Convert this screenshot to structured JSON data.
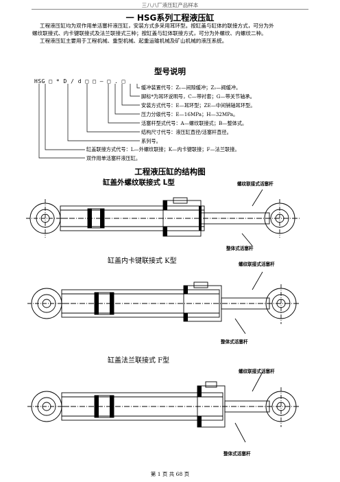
{
  "header": "三八八厂液压缸产品样本",
  "title": "一 HSG系列工程液压缸",
  "intro": {
    "line1": "工程液压缸均为双作用单活塞杆液压缸，安装方式多采用耳环型。按缸盖与缸体的联接方式，可分为外",
    "line2": "螺纹联接式、内卡键联接式及法兰联接式三种；按缸盖与缸体联接方式，可分为外螺纹、内螺纹二种。",
    "line3": "工程液压缸主要用于工程机械、重型机械、起重运输机械及矿山机械的液压系统。"
  },
  "model_section": {
    "heading": "型号说明",
    "code": "HSG □ *  D / d   □ □ — □ . □",
    "legend": [
      "缓冲装置代号：Z₁—间隙缓冲；Z₂—阀缓冲。",
      "脚标*为耳环说明号，C—带衬套；G—带关节轴承。",
      "安装方式代号：E—耳环型；ZE—中间销轴耳环型。",
      "压力分级代号：E—16MPa；H—32MPa。",
      "活塞杆型式代号：A—螺纹联接式；B—整体式。",
      "结构尺寸代号：液压缸直径/活塞杆直径。",
      "系列号。",
      "缸盖联接方式代号：L—外螺纹联接；K—内卡键联接；F—法兰联接。",
      "双作用单活塞杆液压缸。"
    ]
  },
  "structure_section": {
    "heading": "工程液压缸的结构图",
    "figures": [
      {
        "caption": "缸盖外螺纹联接式     L型",
        "callouts": [
          "螺纹联接式活塞杆",
          "整体式活塞杆"
        ]
      },
      {
        "caption": "缸盖内卡键联接式     K型",
        "callouts": [
          "螺纹联接式活塞杆",
          "整体式活塞杆"
        ]
      },
      {
        "caption": "缸盖法兰联接式     F型",
        "callouts": [
          "螺纹联接式活塞杆",
          "整体式活塞杆"
        ]
      }
    ]
  },
  "footer": "第 1 页 共 68 页"
}
